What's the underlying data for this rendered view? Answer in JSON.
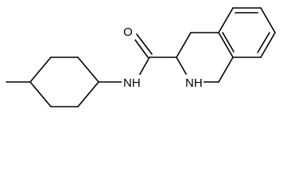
{
  "molecule": {
    "atoms": {
      "oxygen": "O",
      "amide_nitrogen": "NH",
      "ring_nitrogen": "NH"
    }
  }
}
